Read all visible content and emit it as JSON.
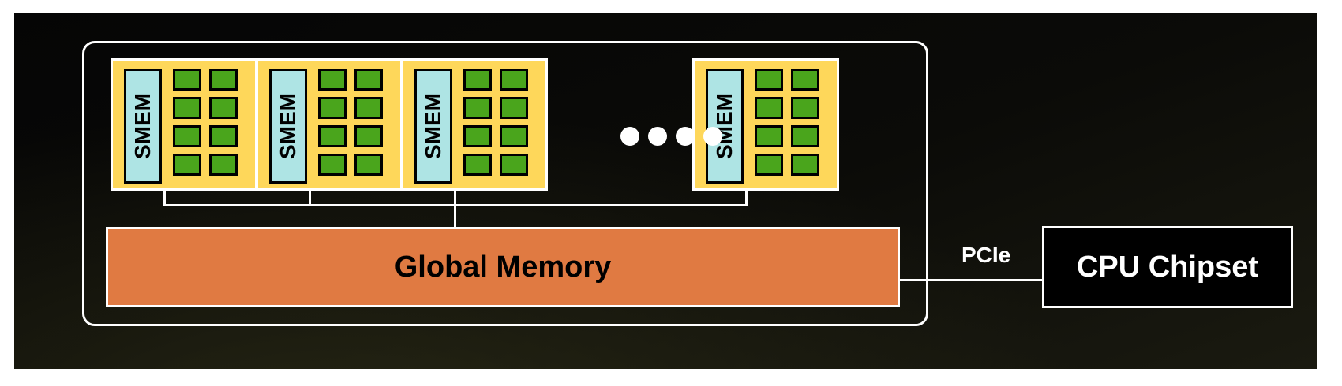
{
  "diagram": {
    "sm_blocks": [
      {
        "smem_label": "SMEM",
        "core_count": 8
      },
      {
        "smem_label": "SMEM",
        "core_count": 8
      },
      {
        "smem_label": "SMEM",
        "core_count": 8
      },
      {
        "smem_label": "SMEM",
        "core_count": 8
      }
    ],
    "ellipsis_dot_count": 4,
    "global_memory_label": "Global Memory",
    "link_label": "PCIe",
    "cpu_label": "CPU Chipset",
    "colors": {
      "background": "#000000",
      "sm_block": "#fed75a",
      "smem": "#aee4e4",
      "core": "#4aa51c",
      "global_memory": "#e07a42",
      "lines": "#ffffff"
    }
  }
}
